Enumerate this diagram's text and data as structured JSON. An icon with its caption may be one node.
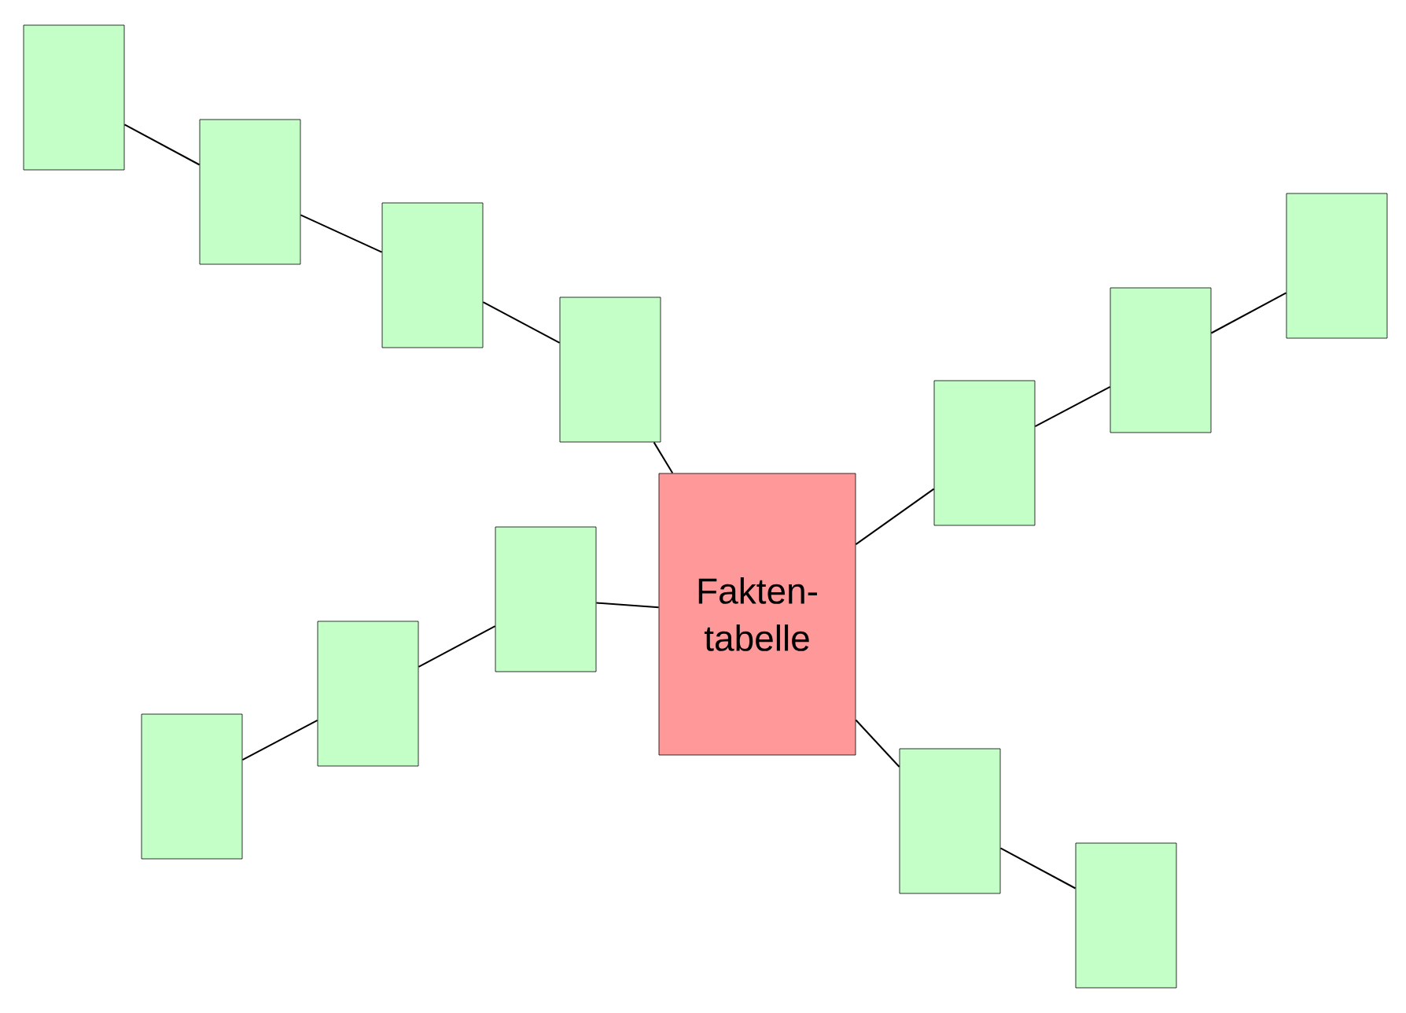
{
  "diagram": {
    "nodes": [
      {
        "text": [],
        "shape": "box"
      },
      {
        "text": [],
        "shape": "box"
      },
      {
        "text": [],
        "shape": "box"
      },
      {
        "text": [],
        "shape": "box"
      },
      {
        "text": [],
        "shape": "box"
      },
      {
        "text": [],
        "shape": "box"
      },
      {
        "text": [],
        "shape": "box"
      },
      {
        "text": [
          "Fakten- tabelle"
        ]
      },
      {
        "text": [],
        "shape": "box"
      },
      {
        "text": [],
        "shape": "box"
      },
      {
        "text": [],
        "shape": "box"
      },
      {
        "text": [],
        "shape": "box"
      },
      {
        "text": [],
        "shape": "box"
      }
    ],
    "edges": [
      {
        "from": 0,
        "to": 1,
        "arrow": "none"
      },
      {
        "from": 1,
        "to": 2,
        "arrow": "none"
      },
      {
        "from": 2,
        "to": 3,
        "arrow": "none"
      },
      {
        "from": 3,
        "to": 7,
        "arrow": "none"
      },
      {
        "from": 7,
        "to": 6,
        "arrow": "none"
      },
      {
        "from": 6,
        "to": 5,
        "arrow": "none"
      },
      {
        "from": 5,
        "to": 4,
        "arrow": "none"
      },
      {
        "from": 7,
        "to": 8,
        "arrow": "none"
      },
      {
        "from": 8,
        "to": 9,
        "arrow": "none"
      },
      {
        "from": 9,
        "to": 10,
        "arrow": "none"
      },
      {
        "from": 7,
        "to": 11,
        "arrow": "none"
      },
      {
        "from": 11,
        "to": 12,
        "arrow": "none"
      }
    ]
  }
}
